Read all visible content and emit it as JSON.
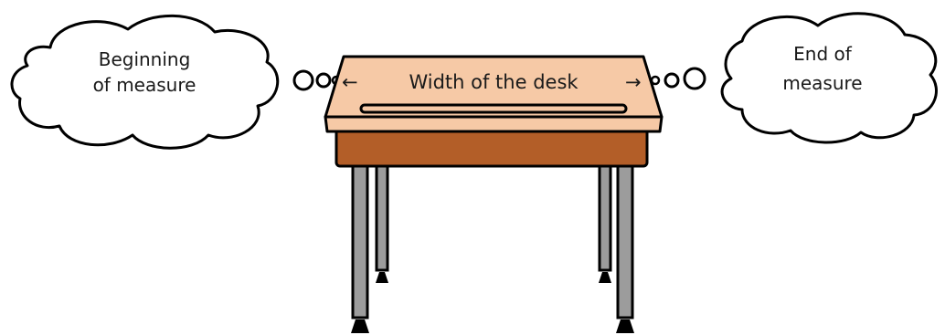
{
  "left_cloud": {
    "line1": "Beginning",
    "line2": "of measure"
  },
  "right_cloud": {
    "line1": "End of",
    "line2": "measure"
  },
  "desk": {
    "label": "Width of the desk",
    "left_arrow": "←",
    "right_arrow": "→"
  },
  "colors": {
    "desktop": "#f6c9a6",
    "desk_body": "#b35e28",
    "legs": "#9c9c9c",
    "outline": "#000000",
    "cloud_fill": "#ffffff"
  }
}
